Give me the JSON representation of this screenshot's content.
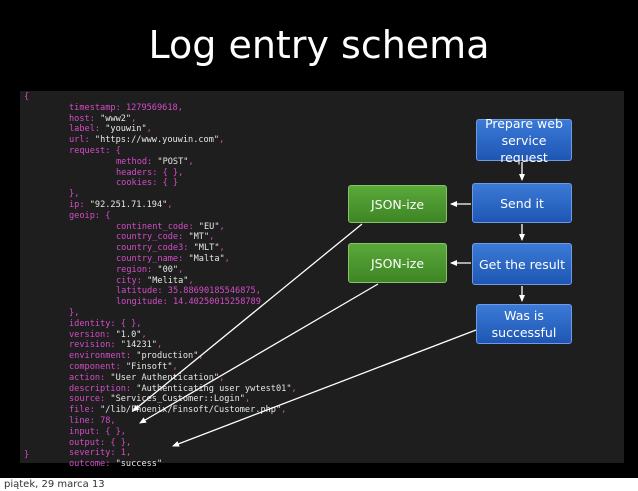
{
  "title": "Log entry schema",
  "footer": "piątek, 29 marca 13",
  "colors": {
    "slide_bg": "#000000",
    "code_panel_bg": "#1e1e1e",
    "code_key": "#d44cc8",
    "code_string": "#e7e7e7",
    "blue_box": "#2a66c4",
    "green_box": "#4a9a2e",
    "arrow": "#ffffff"
  },
  "code": {
    "open_brace": "{",
    "close_brace": "}",
    "lines": [
      {
        "indent": 1,
        "key": "timestamp",
        "value": "1279569618",
        "kind": "num",
        "end": ","
      },
      {
        "indent": 1,
        "key": "host",
        "value": "\"www2\"",
        "kind": "str",
        "end": ","
      },
      {
        "indent": 1,
        "key": "label",
        "value": "\"youwin\"",
        "kind": "str",
        "end": ","
      },
      {
        "indent": 1,
        "key": "url",
        "value": "\"https://www.youwin.com\"",
        "kind": "str",
        "end": ","
      },
      {
        "indent": 1,
        "key": "request",
        "value": "{",
        "kind": "punct",
        "end": ""
      },
      {
        "indent": 2,
        "key": "method",
        "value": "\"POST\"",
        "kind": "str",
        "end": ","
      },
      {
        "indent": 2,
        "key": "headers",
        "value": "{ }",
        "kind": "punct",
        "end": ","
      },
      {
        "indent": 2,
        "key": "cookies",
        "value": "{ }",
        "kind": "punct",
        "end": ""
      },
      {
        "indent": 1,
        "key": "",
        "value": "}",
        "kind": "punct",
        "end": ","
      },
      {
        "indent": 1,
        "key": "ip",
        "value": "\"92.251.71.194\"",
        "kind": "str",
        "end": ","
      },
      {
        "indent": 1,
        "key": "geoip",
        "value": "{",
        "kind": "punct",
        "end": ""
      },
      {
        "indent": 2,
        "key": "continent_code",
        "value": "\"EU\"",
        "kind": "str",
        "end": ","
      },
      {
        "indent": 2,
        "key": "country_code",
        "value": "\"MT\"",
        "kind": "str",
        "end": ","
      },
      {
        "indent": 2,
        "key": "country_code3",
        "value": "\"MLT\"",
        "kind": "str",
        "end": ","
      },
      {
        "indent": 2,
        "key": "country_name",
        "value": "\"Malta\"",
        "kind": "str",
        "end": ","
      },
      {
        "indent": 2,
        "key": "region",
        "value": "\"00\"",
        "kind": "str",
        "end": ","
      },
      {
        "indent": 2,
        "key": "city",
        "value": "\"Melita\"",
        "kind": "str",
        "end": ","
      },
      {
        "indent": 2,
        "key": "latitude",
        "value": "35.88690185546875",
        "kind": "num",
        "end": ","
      },
      {
        "indent": 2,
        "key": "longitude",
        "value": "14.40250015258789",
        "kind": "num",
        "end": ""
      },
      {
        "indent": 1,
        "key": "",
        "value": "}",
        "kind": "punct",
        "end": ","
      },
      {
        "indent": 1,
        "key": "identity",
        "value": "{ }",
        "kind": "punct",
        "end": ","
      },
      {
        "indent": 1,
        "key": "version",
        "value": "\"1.0\"",
        "kind": "str",
        "end": ","
      },
      {
        "indent": 1,
        "key": "revision",
        "value": "\"14231\"",
        "kind": "str",
        "end": ","
      },
      {
        "indent": 1,
        "key": "environment",
        "value": "\"production\"",
        "kind": "str",
        "end": ","
      },
      {
        "indent": 1,
        "key": "component",
        "value": "\"Finsoft\"",
        "kind": "str",
        "end": ","
      },
      {
        "indent": 1,
        "key": "action",
        "value": "\"User Authentication\"",
        "kind": "str",
        "end": ","
      },
      {
        "indent": 1,
        "key": "description",
        "value": "\"Authenticating user ywtest01\"",
        "kind": "str",
        "end": ","
      },
      {
        "indent": 1,
        "key": "source",
        "value": "\"Services_Customer::Login\"",
        "kind": "str",
        "end": ","
      },
      {
        "indent": 1,
        "key": "file",
        "value": "\"/lib/Phoenix/Finsoft/Customer.php\"",
        "kind": "str",
        "end": ","
      },
      {
        "indent": 1,
        "key": "line",
        "value": "78",
        "kind": "num",
        "end": ","
      },
      {
        "indent": 1,
        "key": "input",
        "value": "{ }",
        "kind": "punct",
        "end": ","
      },
      {
        "indent": 1,
        "key": "output",
        "value": "{ }",
        "kind": "punct",
        "end": ","
      },
      {
        "indent": 1,
        "key": "severity",
        "value": "1",
        "kind": "num",
        "end": ","
      },
      {
        "indent": 1,
        "key": "outcome",
        "value": "\"success\"",
        "kind": "str",
        "end": ""
      }
    ]
  },
  "flow": {
    "prepare": "Prepare web\nservice request",
    "send": "Send it",
    "get_result": "Get the result",
    "was_successful": "Was is\nsuccessful",
    "jsonize_1": "JSON-ize",
    "jsonize_2": "JSON-ize"
  }
}
